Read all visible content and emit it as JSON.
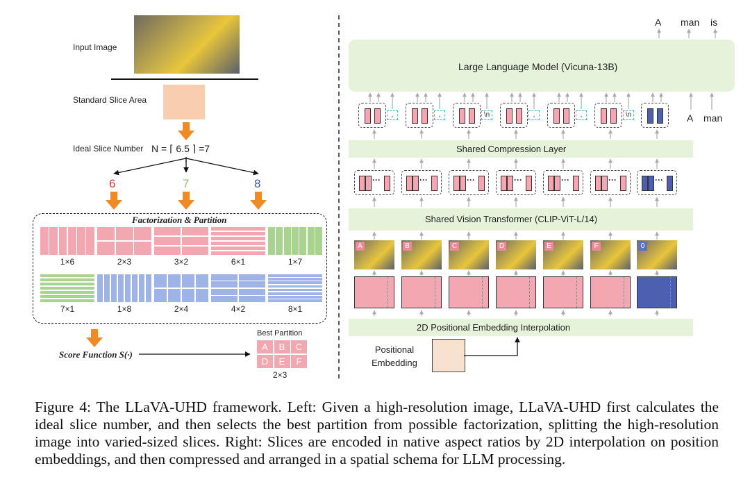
{
  "left": {
    "input_image_label": "Input Image",
    "standard_slice_label": "Standard Slice Area",
    "ideal_slice_label": "Ideal Slice Number",
    "ideal_slice_formula": "N = ⌈ 6.5 ⌉ =7",
    "candidates": [
      "6",
      "7",
      "8"
    ],
    "factorization_title": "Factorization & Partition",
    "grids": [
      {
        "label": "1×6",
        "rows": 1,
        "cols": 6,
        "color": "#f2a7b1"
      },
      {
        "label": "2×3",
        "rows": 2,
        "cols": 3,
        "color": "#f2a7b1"
      },
      {
        "label": "3×2",
        "rows": 3,
        "cols": 2,
        "color": "#f2a7b1"
      },
      {
        "label": "6×1",
        "rows": 6,
        "cols": 1,
        "color": "#f2a7b1"
      },
      {
        "label": "1×7",
        "rows": 1,
        "cols": 7,
        "color": "#a9d48f"
      },
      {
        "label": "7×1",
        "rows": 7,
        "cols": 1,
        "color": "#a9d48f"
      },
      {
        "label": "1×8",
        "rows": 1,
        "cols": 8,
        "color": "#9fb4e6"
      },
      {
        "label": "2×4",
        "rows": 2,
        "cols": 4,
        "color": "#9fb4e6"
      },
      {
        "label": "4×2",
        "rows": 4,
        "cols": 2,
        "color": "#9fb4e6"
      },
      {
        "label": "8×1",
        "rows": 8,
        "cols": 1,
        "color": "#9fb4e6"
      }
    ],
    "score_function": "Score Function S(·)",
    "best_partition_label": "Best Partition",
    "best_partition_cells": [
      "A",
      "B",
      "C",
      "D",
      "E",
      "F"
    ],
    "best_partition_size": "2×3"
  },
  "right": {
    "llm_label": "Large Language Model (Vicuna-13B)",
    "output_tokens": [
      "A",
      "man",
      "is"
    ],
    "input_tokens": [
      "A",
      "man"
    ],
    "separators": [
      ",",
      ",",
      "\\n",
      ",",
      ",",
      "\\n"
    ],
    "compression_label": "Shared Compression Layer",
    "vit_label": "Shared Vision Transformer (CLIP-ViT-L/14)",
    "slice_letters": [
      "A",
      "B",
      "C",
      "D",
      "E",
      "F",
      "0"
    ],
    "pos_interp_label": "2D Positional Embedding Interpolation",
    "positional_embedding_label": "Positional Embedding"
  },
  "caption": "Figure 4: The LLaVA-UHD framework. Left: Given a high-resolution image, LLaVA-UHD first calculates the ideal slice number, and then selects the best partition from possible factorization, splitting the high-resolution image into varied-sized slices. Right: Slices are encoded in native aspect ratios by 2D interpolation on position embeddings, and then compressed and arranged in a spatial schema for LLM processing.",
  "colors": {
    "pink": "#f2a7b1",
    "green": "#a9d48f",
    "blue": "#9fb4e6",
    "orange": "#f08a24",
    "dark_blue": "#4d5fb0",
    "panel_green": "#e6f2da",
    "peach": "#f9cdb0",
    "red_text": "#e0383b",
    "green_text": "#8cc46b",
    "blue_text": "#3a5fb8"
  }
}
